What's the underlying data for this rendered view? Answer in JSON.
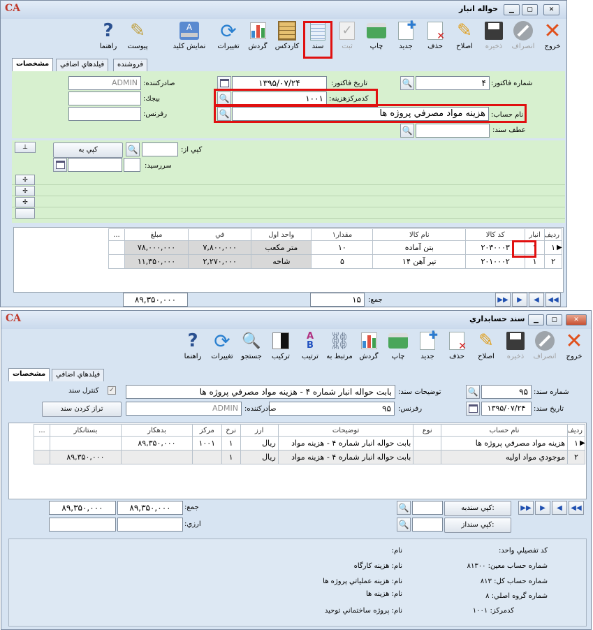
{
  "top_window": {
    "title": "حواله انبار",
    "toolbar": [
      {
        "label": "خروج",
        "icon": "exit-icon"
      },
      {
        "label": "انصراف",
        "icon": "cancel-icon"
      },
      {
        "label": "ذخيره",
        "icon": "save-icon"
      },
      {
        "label": "اصلاح",
        "icon": "edit-icon"
      },
      {
        "label": "حذف",
        "icon": "delete-icon"
      },
      {
        "label": "جديد",
        "icon": "new-icon"
      },
      {
        "label": "چاپ",
        "icon": "print-icon"
      },
      {
        "label": "ثبت",
        "icon": "post-icon"
      },
      {
        "label": "سند",
        "icon": "voucher-icon"
      },
      {
        "label": "کاردکس",
        "icon": "kardex-icon"
      },
      {
        "label": "گردش",
        "icon": "turnover-icon"
      },
      {
        "label": "تغييرات",
        "icon": "changes-icon"
      },
      {
        "label": "نمايش کليد",
        "icon": "keyboard-icon"
      },
      {
        "label": "پيوست",
        "icon": "attachment-icon"
      },
      {
        "label": "راهنما",
        "icon": "help-icon"
      }
    ],
    "tabs": [
      "مشخصات",
      "فيلدهاي اضافي",
      "فروشنده"
    ],
    "labels": {
      "invoice_no": "شماره فاکتور:",
      "invoice_date": "تاريخ فاکتور:",
      "issuer": "صادرکننده:",
      "cost_center": "کدمرکزهزينه:",
      "budget": "بيجك:",
      "account_name": "نام حساب:",
      "reference": "رفرنس:",
      "doc_ref": "عطف سند:",
      "copy_from": "کپي از:",
      "copy_to": "کپي به",
      "due": "سررسيد:"
    },
    "values": {
      "invoice_no": "۴",
      "invoice_date": "۱۳۹۵/۰۷/۲۴",
      "issuer": "ADMIN",
      "cost_center": "۱۰۰۱",
      "account_name": "هزينه مواد مصرفي پروژه ها"
    },
    "grid": {
      "columns": [
        "رديف",
        "انبار",
        "کد کالا",
        "نام کالا",
        "مقدار۱",
        "واحد اول",
        "في",
        "مبلغ",
        "..."
      ],
      "rows": [
        {
          "row": "۱",
          "wh": "۱",
          "code": "۲۰۳۰۰۰۳",
          "name": "بتن آماده",
          "qty": "۱۰",
          "unit": "متر مکعب",
          "price": "۷,۸۰۰,۰۰۰",
          "amount": "۷۸,۰۰۰,۰۰۰"
        },
        {
          "row": "۲",
          "wh": "۱",
          "code": "۲۰۱۰۰۰۲",
          "name": "تير آهن ۱۴",
          "qty": "۵",
          "unit": "شاخه",
          "price": "۲,۲۷۰,۰۰۰",
          "amount": "۱۱,۳۵۰,۰۰۰"
        }
      ]
    },
    "sum_label": "جمع:",
    "sum_qty": "۱۵",
    "sum_amount": "۸۹,۳۵۰,۰۰۰"
  },
  "bottom_window": {
    "title": "سند حسابداري",
    "toolbar": [
      {
        "label": "خروج",
        "icon": "exit-icon"
      },
      {
        "label": "انصراف",
        "icon": "cancel-icon"
      },
      {
        "label": "ذخيره",
        "icon": "save-icon"
      },
      {
        "label": "اصلاح",
        "icon": "edit-icon"
      },
      {
        "label": "حذف",
        "icon": "delete-icon"
      },
      {
        "label": "جديد",
        "icon": "new-icon"
      },
      {
        "label": "چاپ",
        "icon": "print-icon"
      },
      {
        "label": "گردش",
        "icon": "turnover-icon"
      },
      {
        "label": "مرتبط به",
        "icon": "link-icon"
      },
      {
        "label": "ترتيب",
        "icon": "sort-icon"
      },
      {
        "label": "ترکيب",
        "icon": "merge-icon"
      },
      {
        "label": "جستجو",
        "icon": "search-doc-icon"
      },
      {
        "label": "تغييرات",
        "icon": "changes-icon"
      },
      {
        "label": "راهنما",
        "icon": "help-icon"
      }
    ],
    "tabs": [
      "مشخصات",
      "فيلدهاي اضافي"
    ],
    "labels": {
      "doc_no": "شماره سند:",
      "doc_date": "تاريخ سند:",
      "description": "توضيحات سند:",
      "reference": "رفرنس:",
      "issuer": "صادرکننده:",
      "control": "کنترل سند",
      "balance": "تراز کردن سند"
    },
    "values": {
      "doc_no": "۹۵",
      "doc_date": "۱۳۹۵/۰۷/۲۴",
      "description": "بابت حواله انبار شماره ۴ - هزينه مواد مصرفي پروژه ها",
      "reference": "۹۵",
      "issuer": "ADMIN"
    },
    "grid": {
      "columns": [
        "رديف",
        "نام حساب",
        "نوع",
        "توضيحات",
        "ارز",
        "نرخ",
        "مرکز",
        "بدهکار",
        "بستانکار",
        "..."
      ],
      "rows": [
        {
          "row": "۱",
          "account": "هزينه مواد مصرفي پروژه ها",
          "type": "",
          "desc": "بابت حواله انبار شماره ۴ - هزينه مواد",
          "cur": "ريال",
          "rate": "۱",
          "center": "۱۰۰۱",
          "debit": "۸۹,۳۵۰,۰۰۰",
          "credit": ""
        },
        {
          "row": "۲",
          "account": "موجودي مواد اوليه",
          "type": "",
          "desc": "بابت حواله انبار شماره ۴ - هزينه مواد",
          "cur": "ريال",
          "rate": "۱",
          "center": "",
          "debit": "",
          "credit": "۸۹,۳۵۰,۰۰۰"
        }
      ]
    },
    "sum_label": "جمع:",
    "fx_label": "ارزي:",
    "sum_debit": "۸۹,۳۵۰,۰۰۰",
    "sum_credit": "۸۹,۳۵۰,۰۰۰",
    "copy_source": "کپي سندبه:",
    "copy_dest": "کپي سنداز:",
    "info": {
      "detail_code": "کد تفصيلي واحد:",
      "detail_name": "نام:",
      "sub_account": "شماره حساب معين: ۸۱۳۰۰",
      "sub_name": "نام: هزينه کارگاه",
      "gl_account": "شماره حساب کل: ۸۱۳",
      "gl_name": "نام: هزينه عملياتي پروژه ها",
      "group": "شماره گروه اصلي: ۸",
      "group_name": "نام: هزينه ها",
      "center": "کدمرکز: ۱۰۰۱",
      "center_name": "نام: پروژه ساختماني توحيد"
    }
  }
}
